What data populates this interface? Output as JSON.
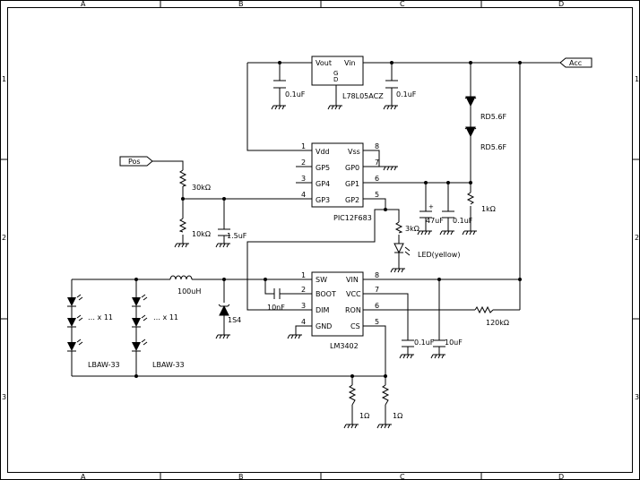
{
  "frame": {
    "columns": [
      "A",
      "B",
      "C",
      "D"
    ],
    "rows": [
      "1",
      "2",
      "3"
    ]
  },
  "ports": {
    "acc": "Acc",
    "pos": "Pos"
  },
  "regulator": {
    "part": "L78L05ACZ",
    "vout": "Vout",
    "vin": "Vin",
    "gnd": "G\nD"
  },
  "mcu": {
    "part": "PIC12F683",
    "pins_left": [
      {
        "num": "1",
        "name": "Vdd"
      },
      {
        "num": "2",
        "name": "GP5"
      },
      {
        "num": "3",
        "name": "GP4"
      },
      {
        "num": "4",
        "name": "GP3"
      }
    ],
    "pins_right": [
      {
        "num": "8",
        "name": "Vss"
      },
      {
        "num": "7",
        "name": "GP0"
      },
      {
        "num": "6",
        "name": "GP1"
      },
      {
        "num": "5",
        "name": "GP2"
      }
    ]
  },
  "driver": {
    "part": "LM3402",
    "pins_left": [
      {
        "num": "1",
        "name": "SW"
      },
      {
        "num": "2",
        "name": "BOOT"
      },
      {
        "num": "3",
        "name": "DIM"
      },
      {
        "num": "4",
        "name": "GND"
      }
    ],
    "pins_right": [
      {
        "num": "8",
        "name": "VIN"
      },
      {
        "num": "7",
        "name": "VCC"
      },
      {
        "num": "6",
        "name": "RON"
      },
      {
        "num": "5",
        "name": "CS"
      }
    ]
  },
  "components": {
    "c_reg_out": "0.1uF",
    "c_reg_in": "0.1uF",
    "zener1": "RD5.6F",
    "zener2": "RD5.6F",
    "r30k": "30kΩ",
    "r10k": "10kΩ",
    "c15u": "1.5uF",
    "c47u": "47uF",
    "c01u_mcu": "0.1uF",
    "r1k": "1kΩ",
    "r3k": "3kΩ",
    "led": "LED(yellow)",
    "inductor": "100uH",
    "c10n": "10nF",
    "diode": "1S4",
    "c01u_vcc": "0.1uF",
    "c10u": "10uF",
    "r120k": "120kΩ",
    "rcs1": "1Ω",
    "rcs2": "1Ω",
    "led_string1_count": "… x 11",
    "led_string2_count": "… x 11",
    "led_string1_part": "LBAW-33",
    "led_string2_part": "LBAW-33"
  }
}
